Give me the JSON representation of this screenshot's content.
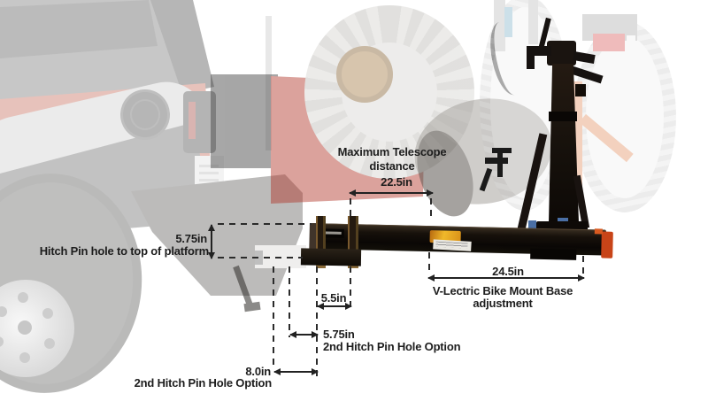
{
  "annotations": {
    "telescope": {
      "label_line1": "Maximum Telescope",
      "label_line2": "distance",
      "value": "22.5in"
    },
    "platform_height": {
      "value": "5.75in",
      "label": "Hitch Pin hole to top of platform"
    },
    "pin_spacing_small": {
      "value": "5.5in"
    },
    "pin_option_mid": {
      "value": "5.75in",
      "label": "2nd Hitch Pin Hole Option"
    },
    "pin_option_large": {
      "value": "8.0in",
      "label": "2nd Hitch Pin Hole Option"
    },
    "base_adjustment": {
      "value": "24.5in",
      "label_line1": "V-Lectric Bike Mount Base",
      "label_line2": "adjustment"
    }
  },
  "colors": {
    "annotation_text": "#1d1d1d",
    "jeep_red": "#b8442e",
    "rack_black": "#14100b",
    "sticker_yellow": "#f0b82a",
    "end_cap_orange": "#c84418",
    "bike_frame_orange": "#d86a2a"
  }
}
